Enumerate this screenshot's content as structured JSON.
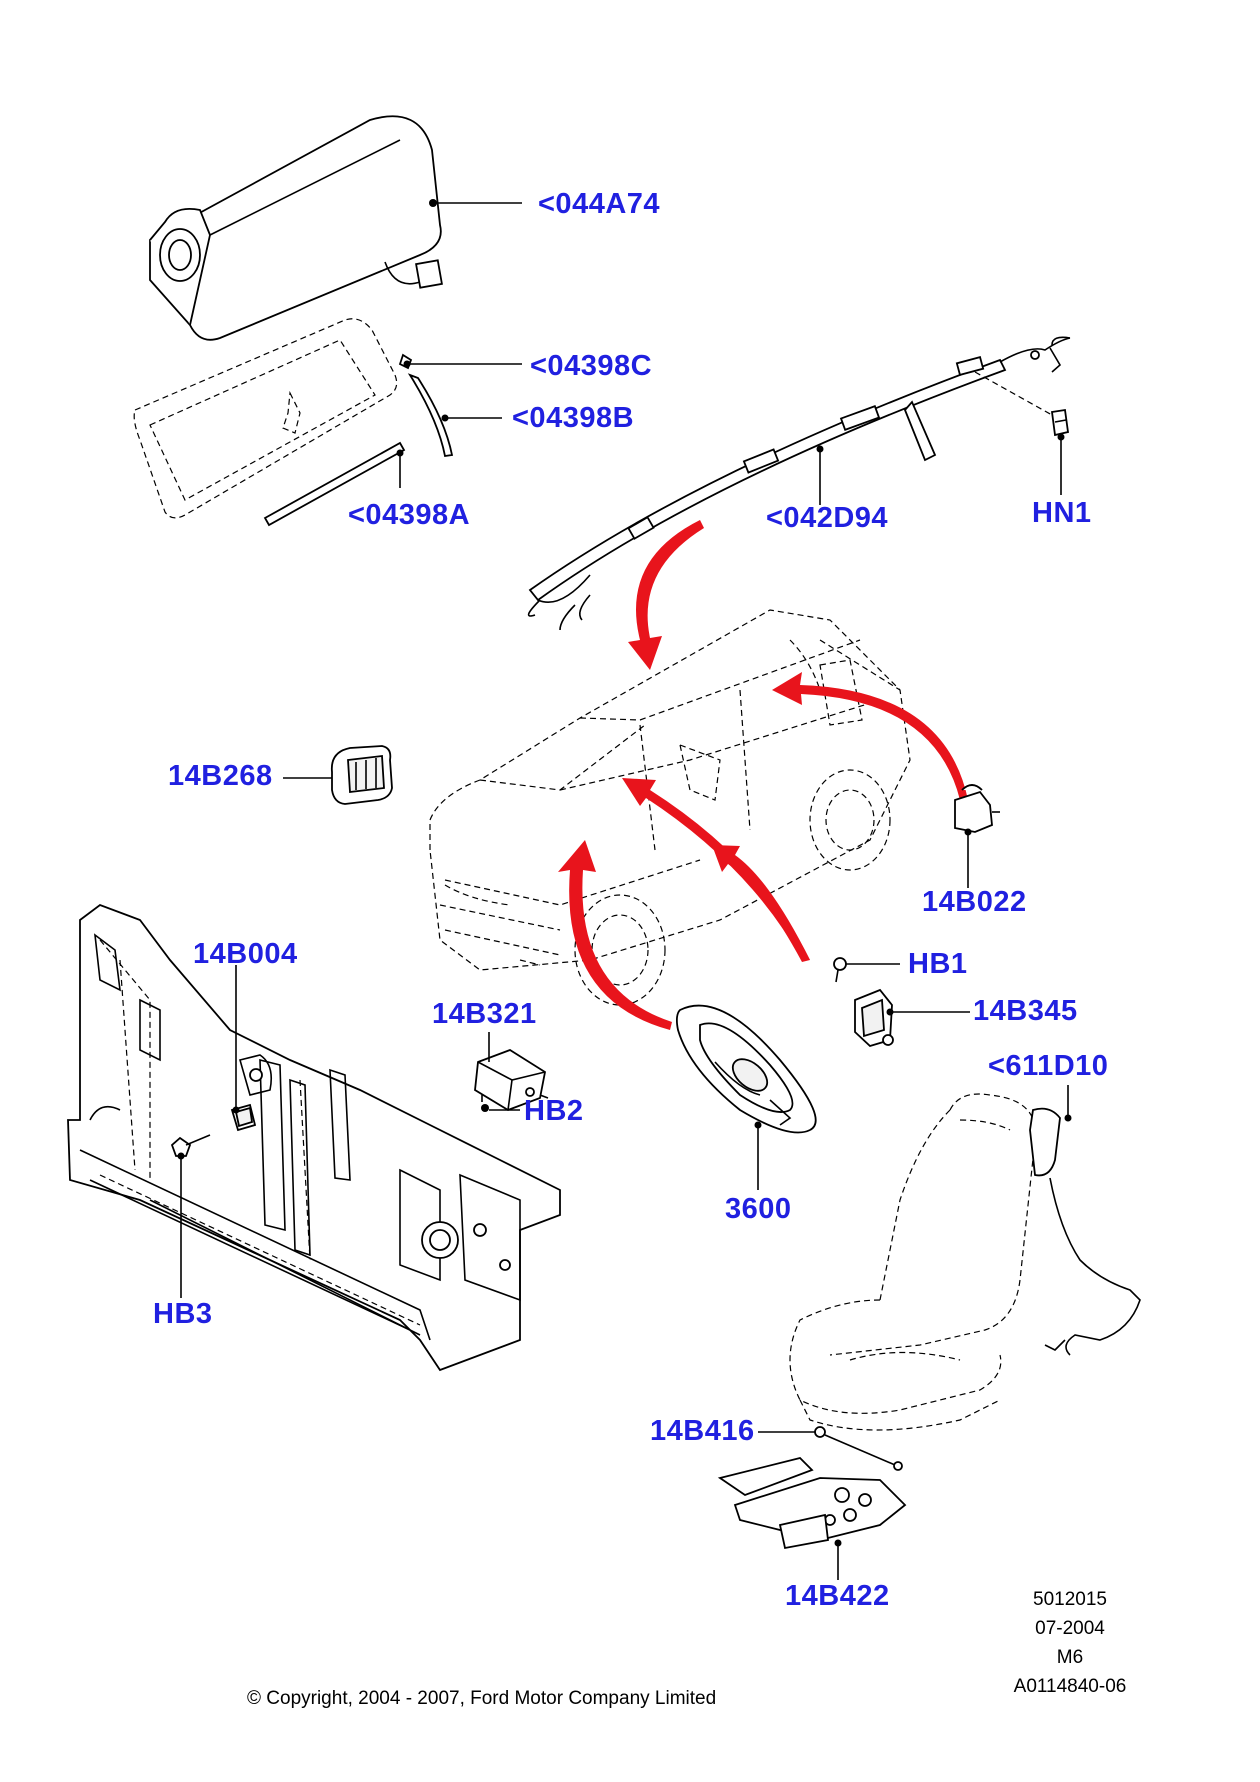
{
  "labels": {
    "a044A74": "<044A74",
    "a04398C": "<04398C",
    "a04398B": "<04398B",
    "a04398A": "<04398A",
    "a042D94": "<042D94",
    "hn1": "HN1",
    "b14B268": "14B268",
    "b14B022": "14B022",
    "b14B004": "14B004",
    "hb1": "HB1",
    "b14B345": "14B345",
    "b14B321": "14B321",
    "hb2": "HB2",
    "a611D10": "<611D10",
    "p3600": "3600",
    "hb3": "HB3",
    "b14B416": "14B416",
    "b14B422": "14B422"
  },
  "meta": {
    "line1": "5012015",
    "line2": "07-2004",
    "line3": "M6",
    "line4": "A0114840-06"
  },
  "copyright": "© Copyright, 2004 - 2007, Ford Motor Company Limited",
  "colors": {
    "label": "#2020e0",
    "arrow": "#e8141c",
    "ink": "#000000"
  }
}
